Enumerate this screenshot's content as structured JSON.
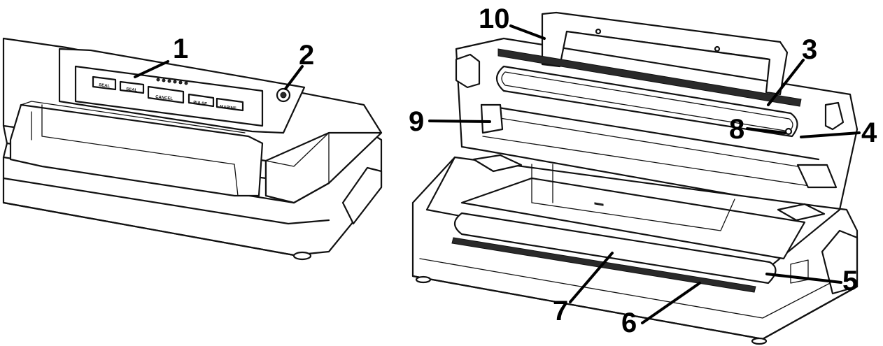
{
  "callouts": {
    "c1": "1",
    "c2": "2",
    "c3": "3",
    "c4": "4",
    "c5": "5",
    "c6": "6",
    "c7": "7",
    "c8": "8",
    "c9": "9",
    "c10": "10"
  },
  "control_panel": {
    "btn1": "SEAL",
    "btn2": "SEAL",
    "btn3": "CANCEL",
    "btn4": "PULSE",
    "btn5": "MARINE"
  }
}
